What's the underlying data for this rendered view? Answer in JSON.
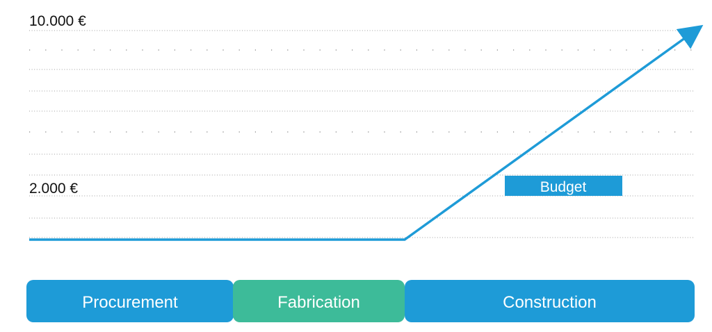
{
  "chart_data": {
    "type": "line",
    "title": "",
    "xlabel": "",
    "ylabel": "",
    "y_tick_labels": [
      "10.000 €",
      "2.000 €"
    ],
    "ylim": [
      0,
      10000
    ],
    "grid": true,
    "series": [
      {
        "name": "Budget",
        "color": "#1e9bd7",
        "x": [
          "start",
          "end of Fabrication",
          "end of Construction"
        ],
        "y": [
          0,
          0,
          10000
        ]
      }
    ],
    "legend": {
      "text": "Budget",
      "color": "#1e9bd7",
      "placement": "right"
    },
    "phases": [
      {
        "label": "Procurement",
        "color": "#1e9bd7"
      },
      {
        "label": "Fabrication",
        "color": "#3dbb99"
      },
      {
        "label": "Construction",
        "color": "#1e9bd7"
      }
    ]
  }
}
